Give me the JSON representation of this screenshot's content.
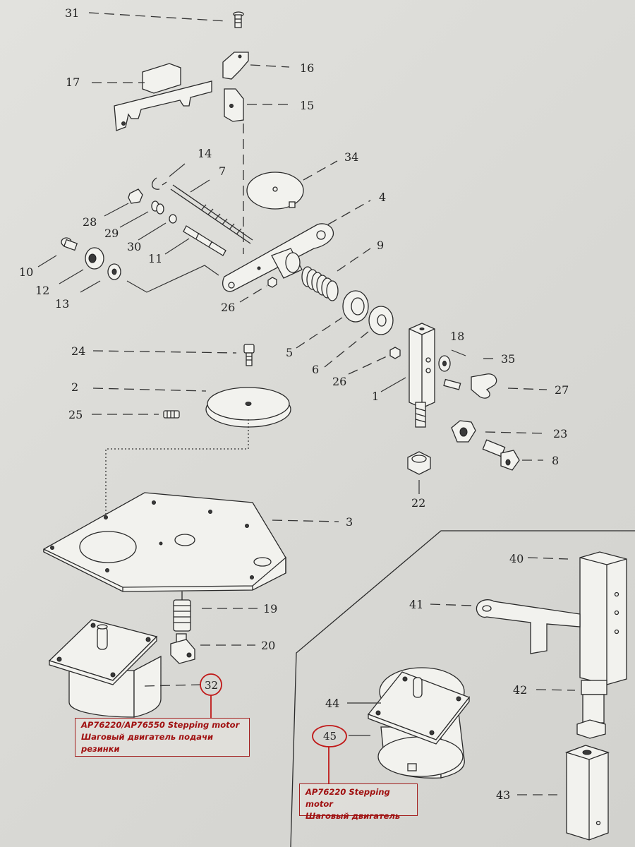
{
  "labels": {
    "p1": "1",
    "p2": "2",
    "p3": "3",
    "p4": "4",
    "p5": "5",
    "p6": "6",
    "p7": "7",
    "p8": "8",
    "p9": "9",
    "p10": "10",
    "p11": "11",
    "p12": "12",
    "p13": "13",
    "p14": "14",
    "p15": "15",
    "p16": "16",
    "p17": "17",
    "p18": "18",
    "p19": "19",
    "p20": "20",
    "p22": "22",
    "p23": "23",
    "p24": "24",
    "p25": "25",
    "p26a": "26",
    "p26b": "26",
    "p27": "27",
    "p28": "28",
    "p29": "29",
    "p30": "30",
    "p31": "31",
    "p32": "32",
    "p34": "34",
    "p35": "35",
    "p40": "40",
    "p41": "41",
    "p42": "42",
    "p43": "43",
    "p44": "44",
    "p45": "45"
  },
  "annotations": {
    "motor_main": {
      "line1": "AP76220/AP76550 Stepping motor",
      "line2": "Шаговый двигатель подачи резинки"
    },
    "motor_alt": {
      "line1": "AP76220 Stepping motor",
      "line2": "Шаговый двигатель"
    }
  },
  "colors": {
    "highlight": "#c01818",
    "line": "#2a2a2a"
  }
}
